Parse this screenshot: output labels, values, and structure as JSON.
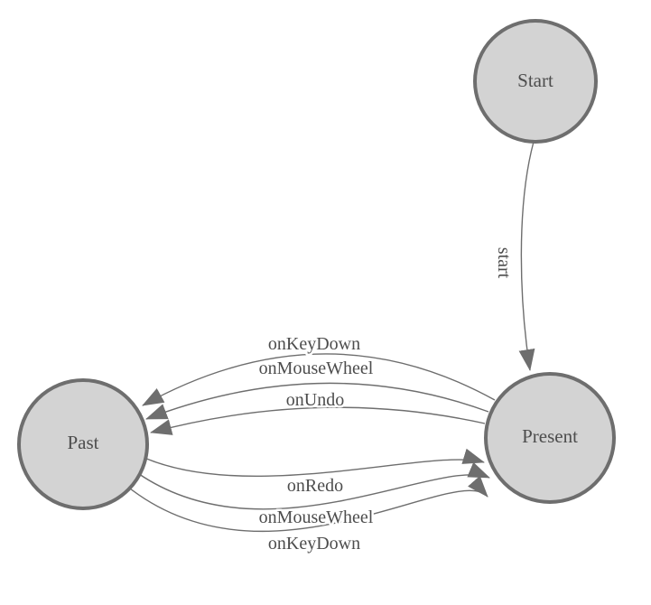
{
  "diagram": {
    "type": "state-diagram",
    "background": "#ffffff",
    "colors": {
      "node_fill": "#d3d3d3",
      "node_stroke": "#6e6e6e",
      "edge_stroke": "#6e6e6e",
      "arrow_fill": "#6e6e6e",
      "label_text": "#4d4d4d"
    },
    "nodes": [
      {
        "id": "start",
        "label": "Start"
      },
      {
        "id": "present",
        "label": "Present"
      },
      {
        "id": "past",
        "label": "Past"
      }
    ],
    "edges": [
      {
        "from": "Start",
        "to": "Present",
        "label": "start"
      },
      {
        "from": "Present",
        "to": "Past",
        "label": "onKeyDown"
      },
      {
        "from": "Present",
        "to": "Past",
        "label": "onMouseWheel"
      },
      {
        "from": "Present",
        "to": "Past",
        "label": "onUndo"
      },
      {
        "from": "Past",
        "to": "Present",
        "label": "onRedo"
      },
      {
        "from": "Past",
        "to": "Present",
        "label": "onMouseWheel"
      },
      {
        "from": "Past",
        "to": "Present",
        "label": "onKeyDown"
      }
    ]
  }
}
